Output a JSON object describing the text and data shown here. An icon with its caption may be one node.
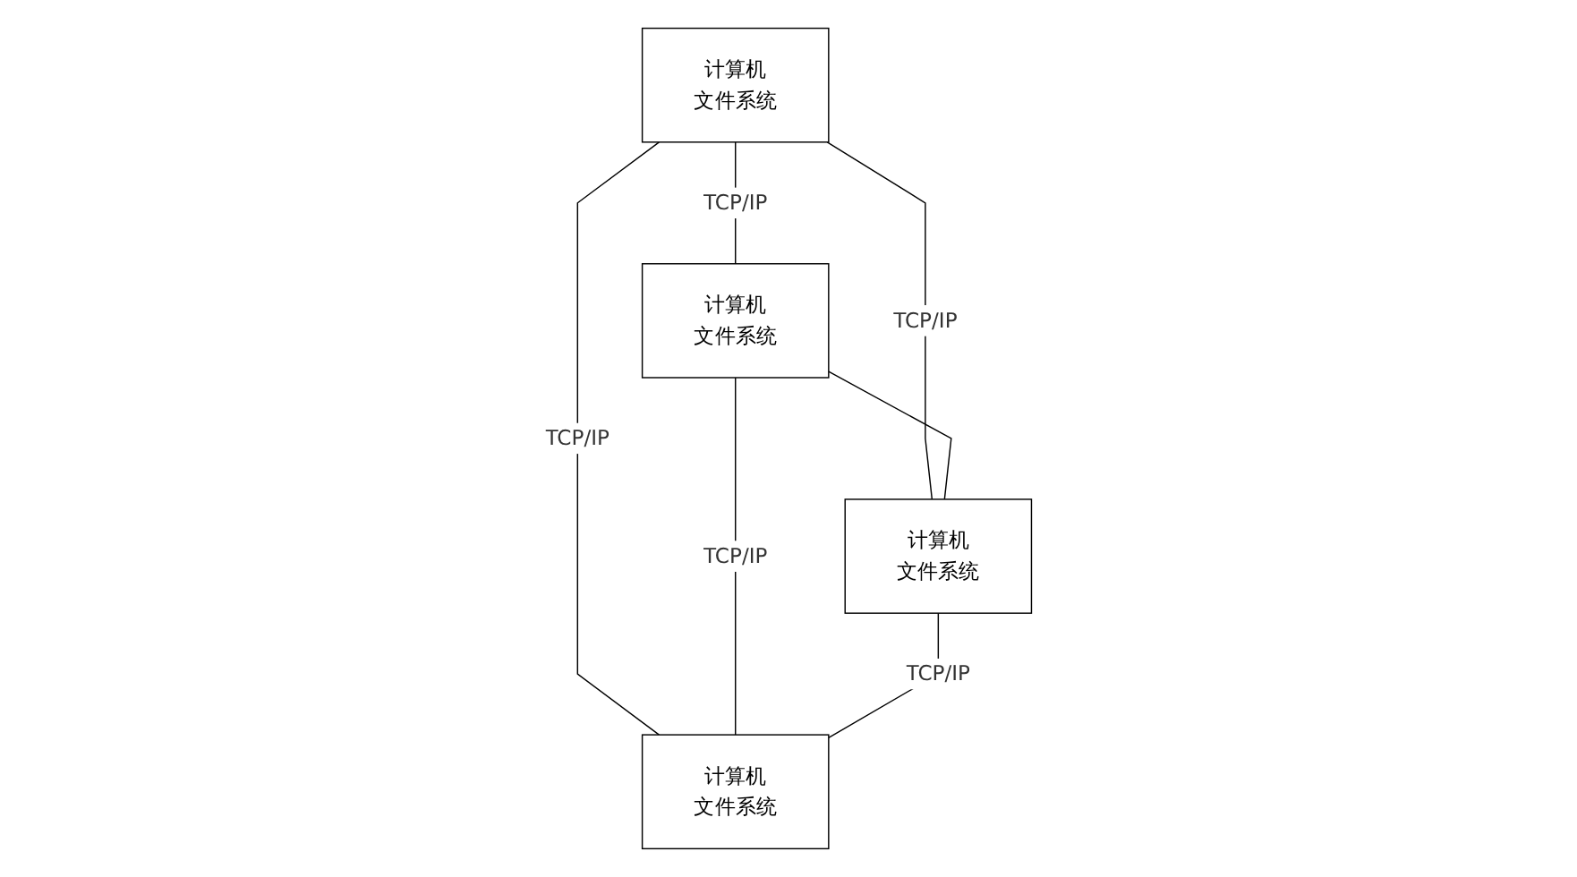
{
  "diagram": {
    "nodes": [
      {
        "text": [
          "计算机",
          "文件系统"
        ]
      },
      {
        "text": [
          "计算机",
          "文件系统"
        ]
      },
      {
        "text": [
          "计算机",
          "文件系统"
        ]
      },
      {
        "text": [
          "计算机",
          "文件系统"
        ]
      }
    ],
    "edges": [
      {
        "from": 0,
        "to": 1,
        "arrow": "none",
        "label": "TCP/IP"
      },
      {
        "from": 0,
        "to": 3,
        "arrow": "none",
        "label": "TCP/IP"
      },
      {
        "from": 0,
        "to": 2,
        "arrow": "none",
        "label": "TCP/IP"
      },
      {
        "from": 1,
        "to": 3,
        "arrow": "none"
      },
      {
        "from": 1,
        "to": 2,
        "arrow": "none",
        "label": "TCP/IP"
      },
      {
        "from": 3,
        "to": 2,
        "arrow": "none",
        "label": "TCP/IP"
      }
    ]
  }
}
